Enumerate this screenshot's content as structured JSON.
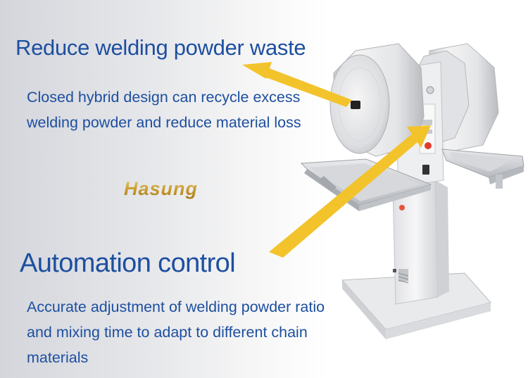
{
  "feature1": {
    "title": "Reduce welding powder waste",
    "description": "Closed hybrid design can recycle excess welding powder and reduce material loss"
  },
  "brand": {
    "name": "Hasung"
  },
  "feature2": {
    "title": "Automation control",
    "description": "Accurate adjustment of welding powder ratio and mixing time to adapt to different chain materials"
  },
  "colors": {
    "heading_blue": "#1d4fa0",
    "arrow_yellow": "#f3c32c",
    "brand_gold": "#c9a23e"
  }
}
